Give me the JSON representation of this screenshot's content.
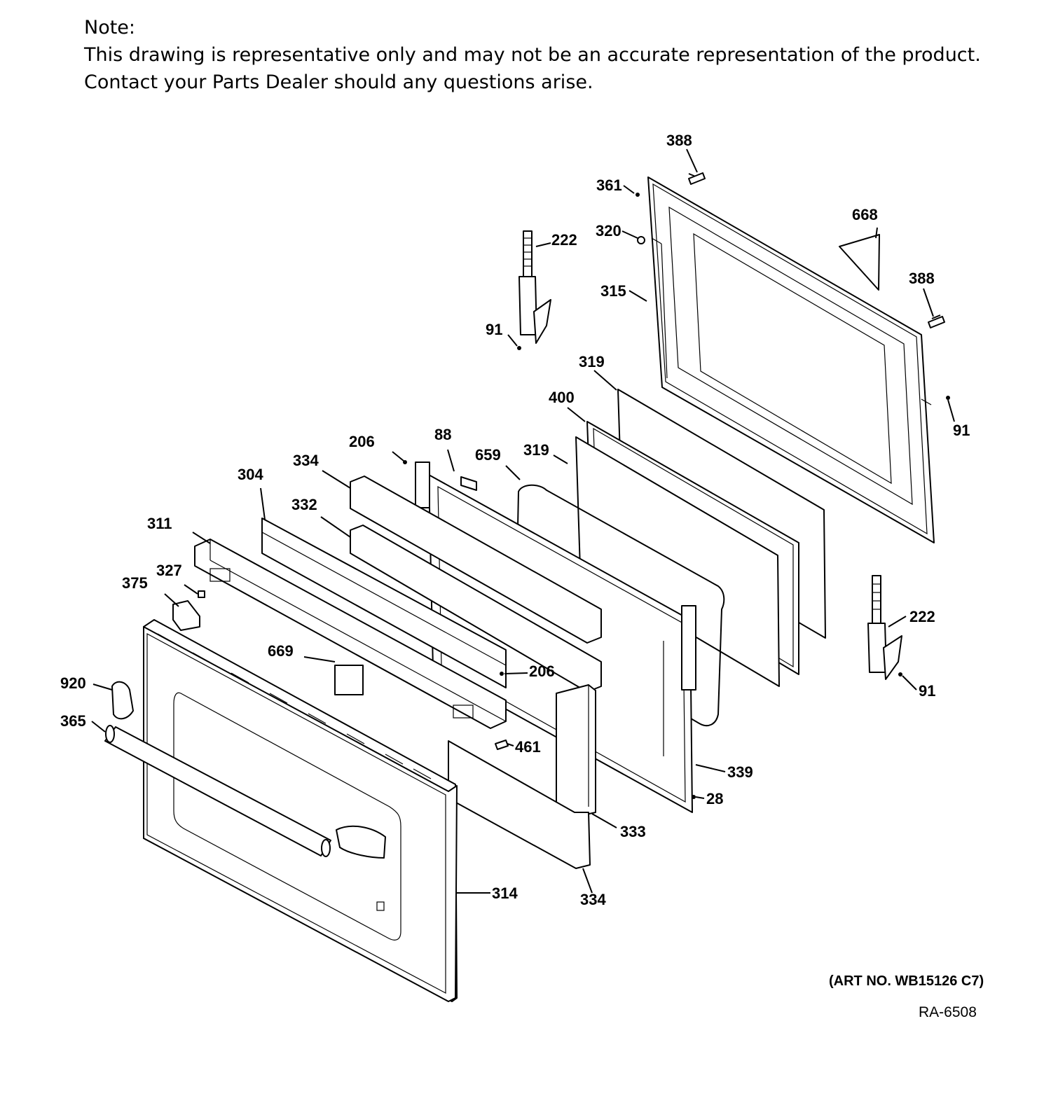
{
  "note": {
    "heading": "Note:",
    "line1": "This drawing is representative only and may not be an accurate representation of the product.",
    "line2": "Contact your Parts Dealer should any questions arise."
  },
  "art_number": "(ART NO. WB15126 C7)",
  "ref_code": "RA-6508",
  "callouts": {
    "c388a": "388",
    "c361": "361",
    "c320": "320",
    "c668": "668",
    "c222a": "222",
    "c315": "315",
    "c388b": "388",
    "c91a": "91",
    "c319a": "319",
    "c400": "400",
    "c91b": "91",
    "c206a": "206",
    "c88": "88",
    "c659": "659",
    "c319b": "319",
    "c334a": "334",
    "c304": "304",
    "c332": "332",
    "c311": "311",
    "c327": "327",
    "c375": "375",
    "c222b": "222",
    "c669": "669",
    "c206b": "206",
    "c920": "920",
    "c91c": "91",
    "c365": "365",
    "c461": "461",
    "c339": "339",
    "c28": "28",
    "c333": "333",
    "c314": "314",
    "c334b": "334"
  }
}
